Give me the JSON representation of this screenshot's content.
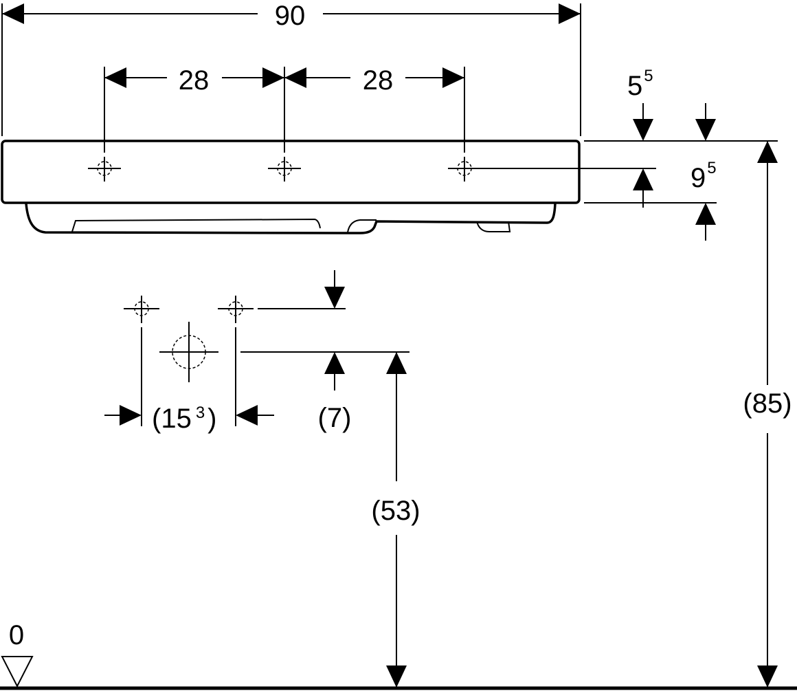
{
  "drawing": {
    "overall_width": "90",
    "spacing_left": "28",
    "spacing_right": "28",
    "top_offset": {
      "base": "5",
      "sup": "5"
    },
    "hole_offset": {
      "base": "9",
      "sup": "5"
    },
    "total_height": "(85)",
    "trap_height": "(53)",
    "valve_offset": "(7)",
    "valve_spacing": {
      "open": "(15",
      "sup": "3",
      "close": ")"
    },
    "floor_level": "0"
  }
}
